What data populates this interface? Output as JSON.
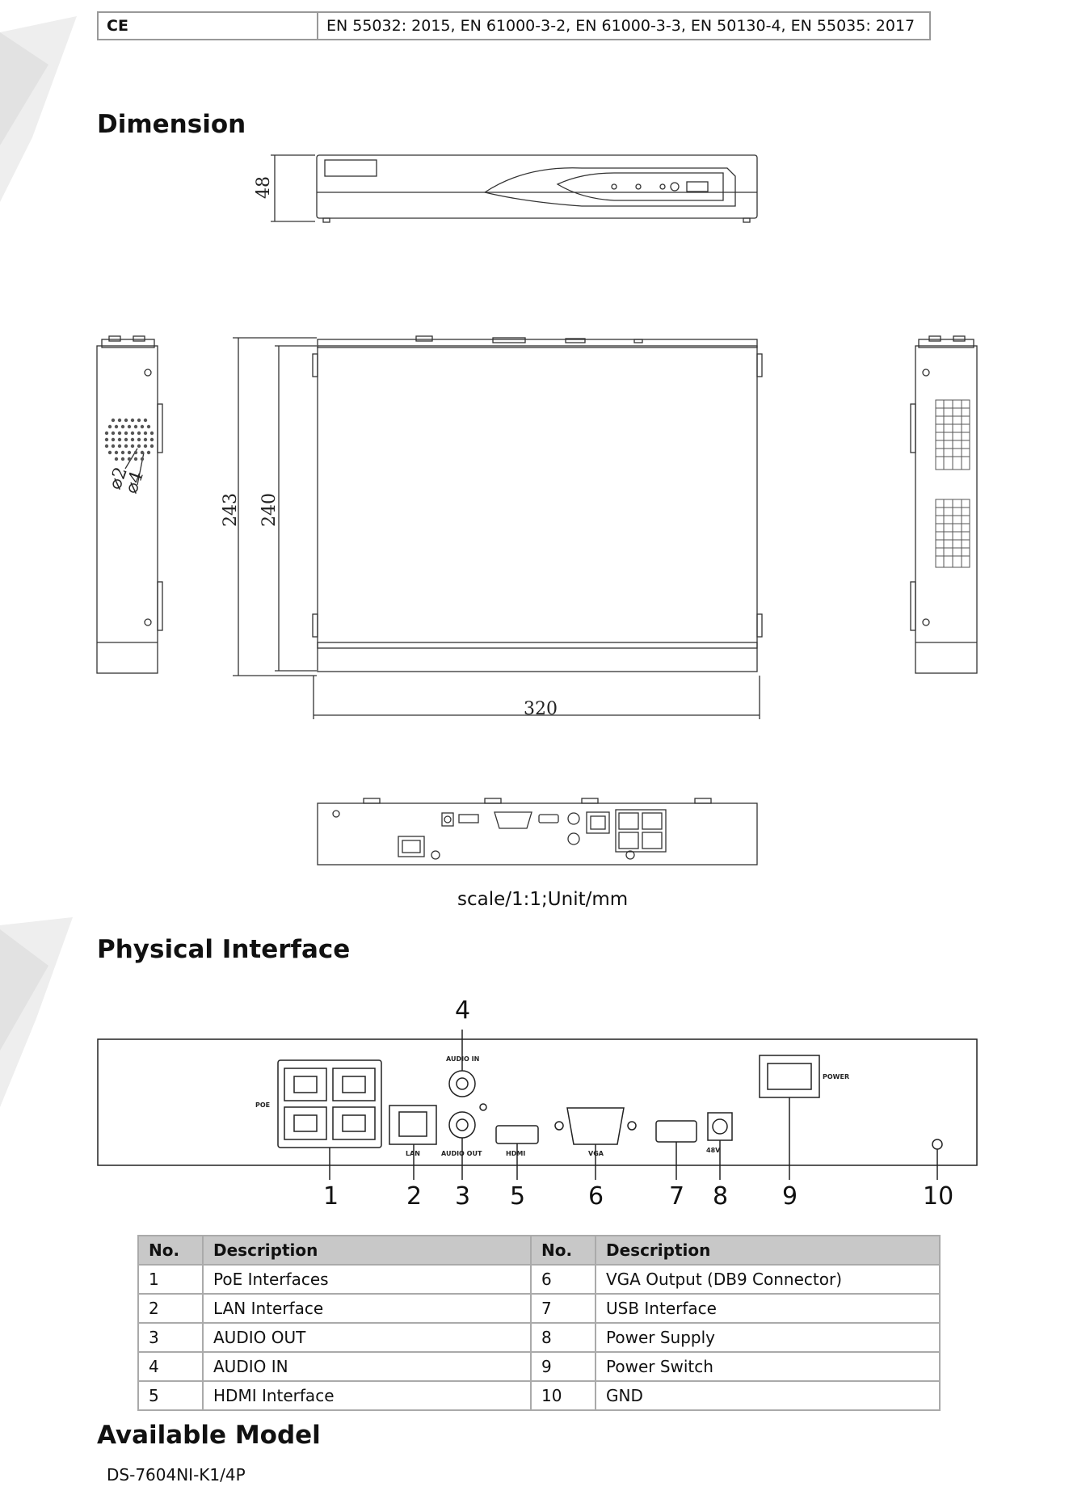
{
  "compliance_row": {
    "label": "CE",
    "value": "EN 55032: 2015, EN 61000-3-2, EN 61000-3-3, EN 50130-4, EN 55035: 2017"
  },
  "dimension": {
    "title": "Dimension",
    "labels": {
      "height": "48",
      "depth_outer": "243",
      "depth_inner": "240",
      "width": "320",
      "hole_small": "⌀2",
      "hole_large": "⌀4"
    },
    "scale_note": "scale/1:1;Unit/mm"
  },
  "physical_interface": {
    "title": "Physical Interface",
    "panel_labels": {
      "poe": "POE",
      "lan": "LAN",
      "audio_in": "AUDIO IN",
      "audio_out": "AUDIO OUT",
      "hdmi": "HDMI",
      "vga": "VGA",
      "power_in": "48V",
      "power": "POWER"
    },
    "callouts": [
      "1",
      "2",
      "3",
      "4",
      "5",
      "6",
      "7",
      "8",
      "9",
      "10"
    ],
    "table": {
      "headers": [
        "No.",
        "Description",
        "No.",
        "Description"
      ],
      "rows": [
        [
          "1",
          "PoE Interfaces",
          "6",
          "VGA Output (DB9 Connector)"
        ],
        [
          "2",
          "LAN Interface",
          "7",
          "USB Interface"
        ],
        [
          "3",
          "AUDIO OUT",
          "8",
          "Power Supply"
        ],
        [
          "4",
          "AUDIO IN",
          "9",
          "Power Switch"
        ],
        [
          "5",
          "HDMI Interface",
          "10",
          "GND"
        ]
      ]
    }
  },
  "available_model": {
    "title": "Available Model",
    "model": "DS-7604NI-K1/4P"
  }
}
